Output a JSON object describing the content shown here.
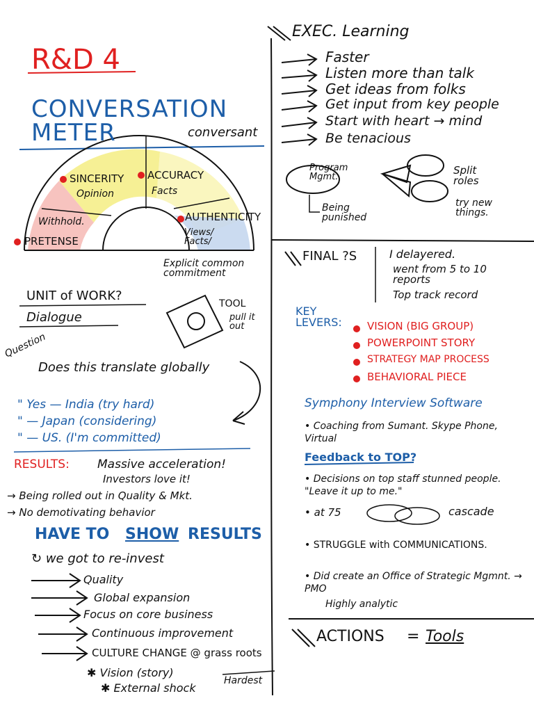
{
  "colors": {
    "ink": "#111111",
    "red": "#e02020",
    "blue": "#1d5ea8",
    "yellow": "#f5ee8a",
    "pink": "#f6b9b4",
    "lightblue": "#c5d7ee"
  },
  "left": {
    "title": "R&D 4",
    "heading": "CONVERSATION METER",
    "subtitle": "conversant",
    "meter": {
      "sincerity": "SINCERITY",
      "sincerity_sub": "Opinion",
      "accuracy": "ACCURACY",
      "accuracy_sub": "Facts",
      "withhold": "Withhold.",
      "pretense": "PRETENSE",
      "authenticity": "AUTHENTICITY",
      "authenticity_sub": "Views/ Facts/",
      "explicit": "Explicit common commitment"
    },
    "unit_of_work": "UNIT of WORK?",
    "dialogue": "Dialogue",
    "tool": "TOOL",
    "pull_it_out": "pull it out",
    "question_label": "Question",
    "question": "Does this translate globally",
    "answers": [
      "\" Yes — India (try hard)",
      "\"  — Japan (considering)",
      "\"  — US. (I'm committed)"
    ],
    "results_label": "RESULTS:",
    "results_line1": "Massive acceleration!",
    "results_line2": "Investors love it!",
    "bullets": [
      "Being rolled out in Quality & Mkt.",
      "No demotivating behavior"
    ],
    "have_to": "HAVE TO",
    "show": "SHOW",
    "results_word": "RESULTS",
    "reinvest": "we got to re-invest",
    "invest_items": [
      "Quality",
      "Global expansion",
      "Focus on core business",
      "Continuous improvement",
      "CULTURE CHANGE @ grass roots"
    ],
    "vision": "Vision (story)",
    "external": "External shock",
    "hardest": "Hardest"
  },
  "right": {
    "exec_title": "EXEC. Learning",
    "exec_items": [
      "Faster",
      "Listen more than talk",
      "Get ideas from folks",
      "Get input from key people",
      "Start with heart → mind",
      "Be tenacious"
    ],
    "program": "Program Mgmt.",
    "split": "Split roles",
    "being_punished": "Being punished",
    "try_new": "try new things.",
    "final_label": "FINAL ?S",
    "final_items": [
      "I delayered.",
      "went from 5 to 10 reports",
      "Top track record"
    ],
    "key_levers": "KEY LEVERS:",
    "levers": [
      "VISION (BIG GROUP)",
      "POWERPOINT STORY",
      "STRATEGY MAP PROCESS",
      "BEHAVIORAL PIECE"
    ],
    "symphony": "Symphony Interview Software",
    "coaching": "Coaching from Sumant. Skype Phone, Virtual",
    "feedback": "Feedback to TOP?",
    "decisions": "Decisions on top staff stunned people. \"Leave it up to me.\"",
    "at75": "at 75",
    "cascade": "cascade",
    "struggle": "STRUGGLE with COMMUNICATIONS.",
    "office": "Did create an Office of Strategic Mgmnt. → PMO",
    "analytic": "Highly analytic",
    "actions": "ACTIONS",
    "tools": "Tools"
  }
}
